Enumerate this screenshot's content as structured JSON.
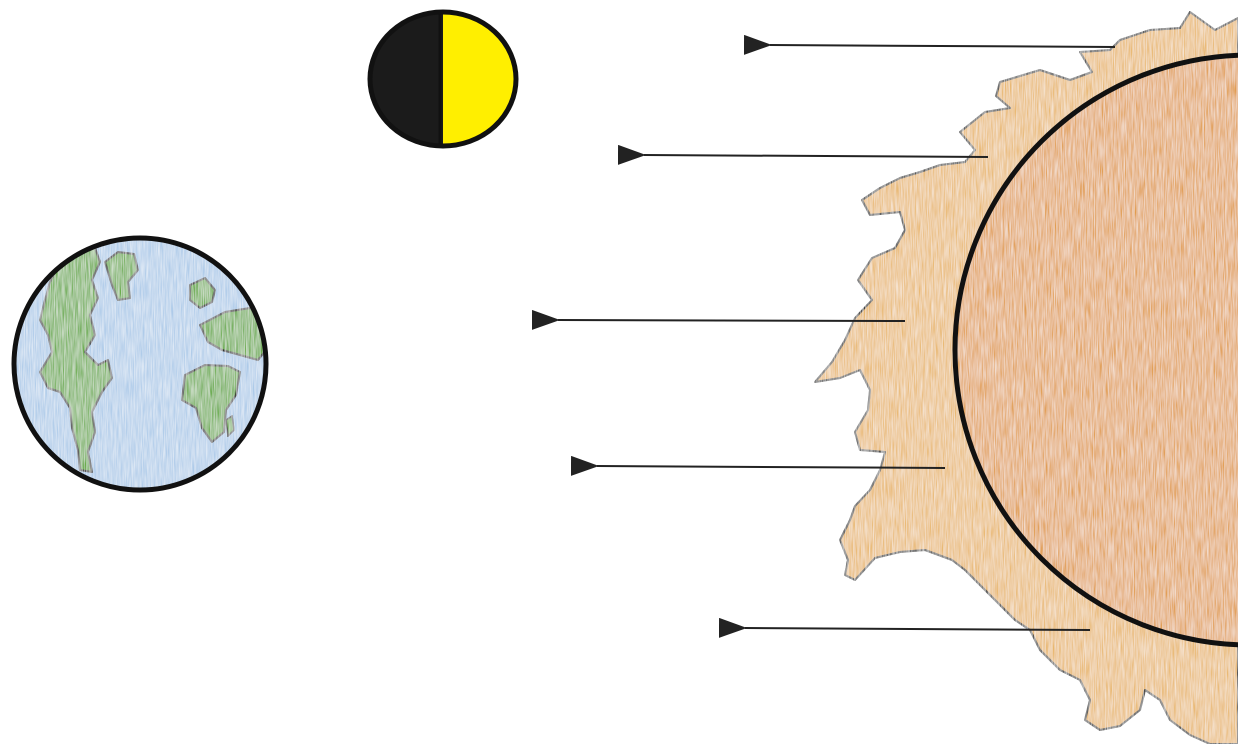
{
  "diagram": {
    "subjects": {
      "earth": {
        "ocean_color": "#a9c8e8",
        "land_color": "#5fa83a",
        "outline_color": "#111111"
      },
      "moon": {
        "phase": "first-quarter",
        "dark_color": "#1b1b1b",
        "lit_color": "#ffef00",
        "outline_color": "#111111"
      },
      "sun": {
        "corona_color": "#e8b567",
        "disk_color": "#e09a45",
        "outline_color": "#111111"
      }
    },
    "sunlight": {
      "direction": "right-to-left",
      "ray_count": 5,
      "ray_color": "#222222"
    }
  }
}
